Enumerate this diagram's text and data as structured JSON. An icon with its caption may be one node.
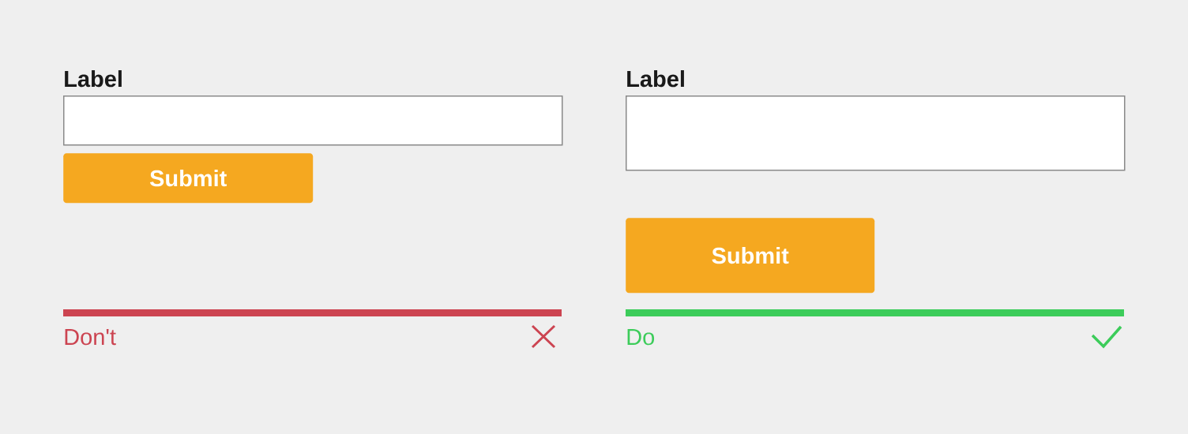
{
  "diagram": {
    "nodes": [
      {
        "text": [
          "Label"
        ]
      },
      {
        "text": [
          "Submit"
        ]
      },
      {
        "text": [
          "Label"
        ]
      },
      {
        "text": [
          "Submit"
        ]
      }
    ],
    "labels": [
      "Don't",
      "Do"
    ]
  }
}
